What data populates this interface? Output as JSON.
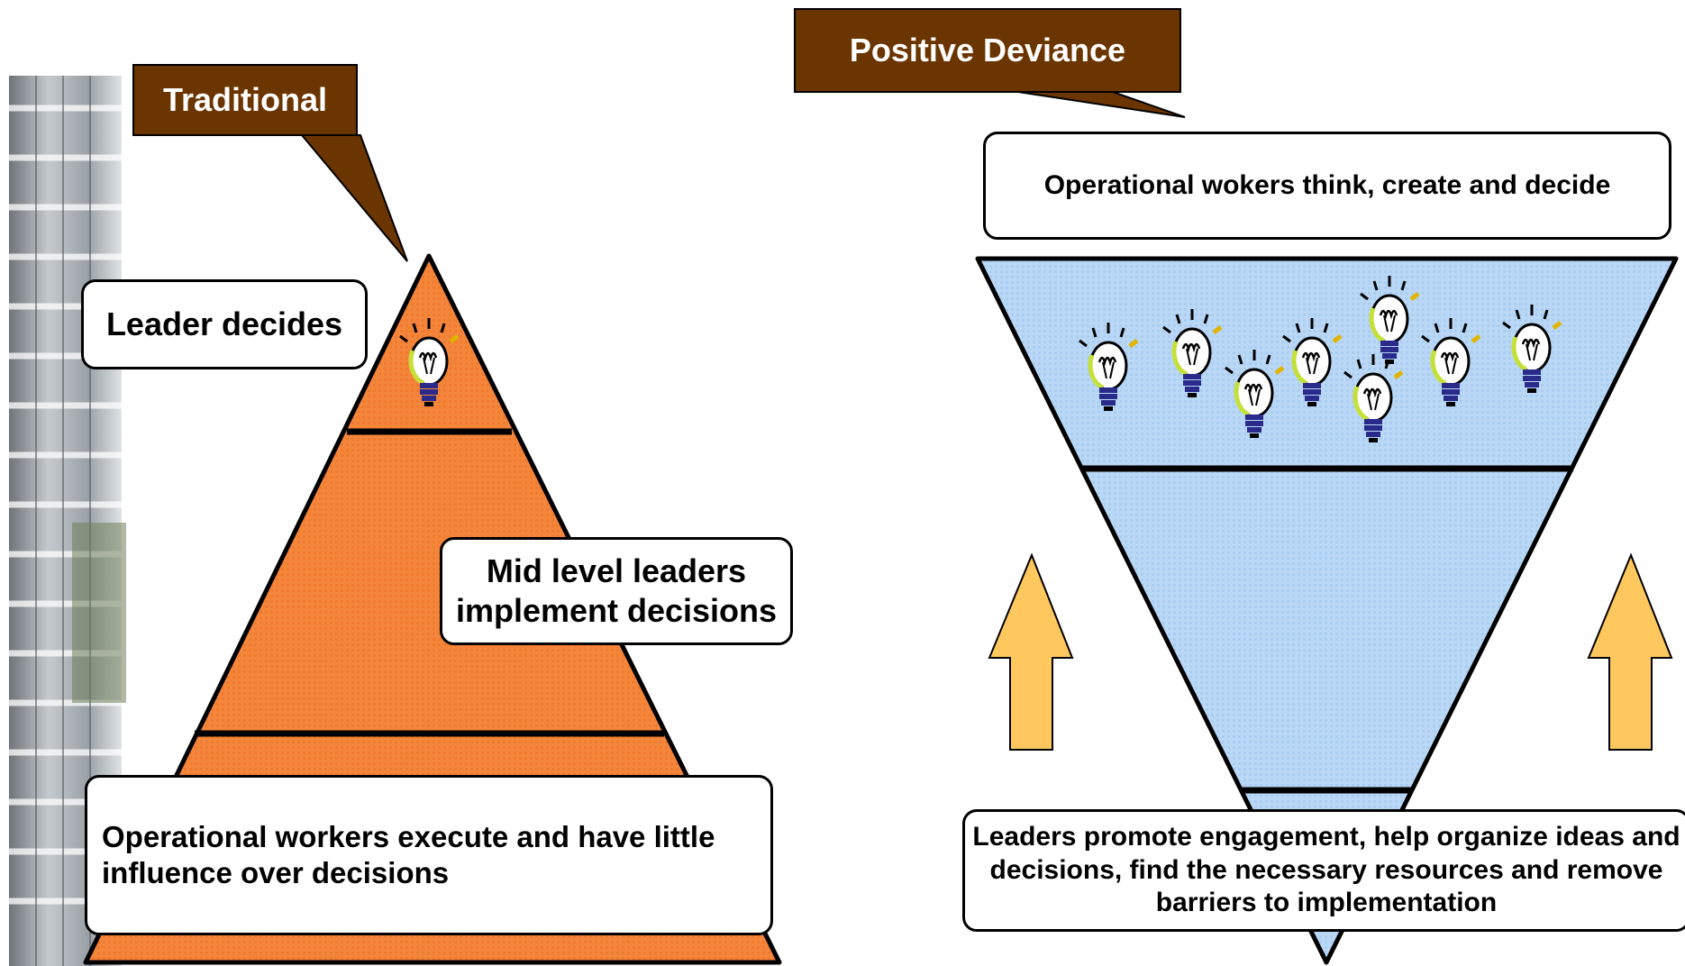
{
  "colors": {
    "callout_fill": "#6b3500",
    "pyramid_fill": "#f4863c",
    "funnel_fill": "#bad8f6",
    "arrow_fill": "#ffc85e",
    "bulb_glow": "#c6e03a",
    "bulb_base": "#2a2a8a"
  },
  "traditional": {
    "callout": "Traditional",
    "tiers": {
      "top": "Leader decides",
      "middle": "Mid level leaders implement decisions",
      "bottom": "Operational workers execute and have little influence over decisions"
    },
    "bulb_count": 1
  },
  "positive_deviance": {
    "callout": "Positive Deviance",
    "top_label": "Operational wokers think, create and decide",
    "bottom_label": "Leaders promote engagement, help organize ideas and decisions, find the necessary resources and remove barriers to implementation",
    "bulb_count": 8,
    "arrows": [
      "up-arrow-left",
      "up-arrow-right"
    ]
  }
}
